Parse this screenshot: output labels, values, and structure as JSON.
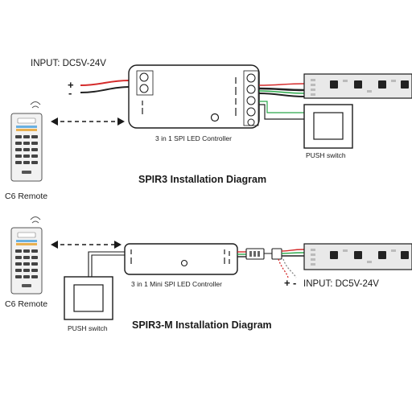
{
  "colors": {
    "line": "#1a1a1a",
    "wire_red": "#d42a2a",
    "wire_green": "#2aa84a",
    "wire_dark": "#222222",
    "remote_body": "#f2f2f2",
    "strip_bg": "#e9e9e9"
  },
  "diagram1": {
    "input_label": "INPUT: DC5V-24V",
    "plus": "+",
    "minus": "-",
    "controller_label": "3 in 1 SPI LED Controller",
    "push_label": "PUSH switch",
    "remote_label": "C6 Remote",
    "title": "SPIR3 Installation Diagram"
  },
  "diagram2": {
    "controller_label": "3 in 1 Mini SPI LED Controller",
    "push_label": "PUSH switch",
    "remote_label": "C6 Remote",
    "plus": "+",
    "minus": "-",
    "input_label": "INPUT: DC5V-24V",
    "title": "SPIR3-M Installation Diagram"
  }
}
